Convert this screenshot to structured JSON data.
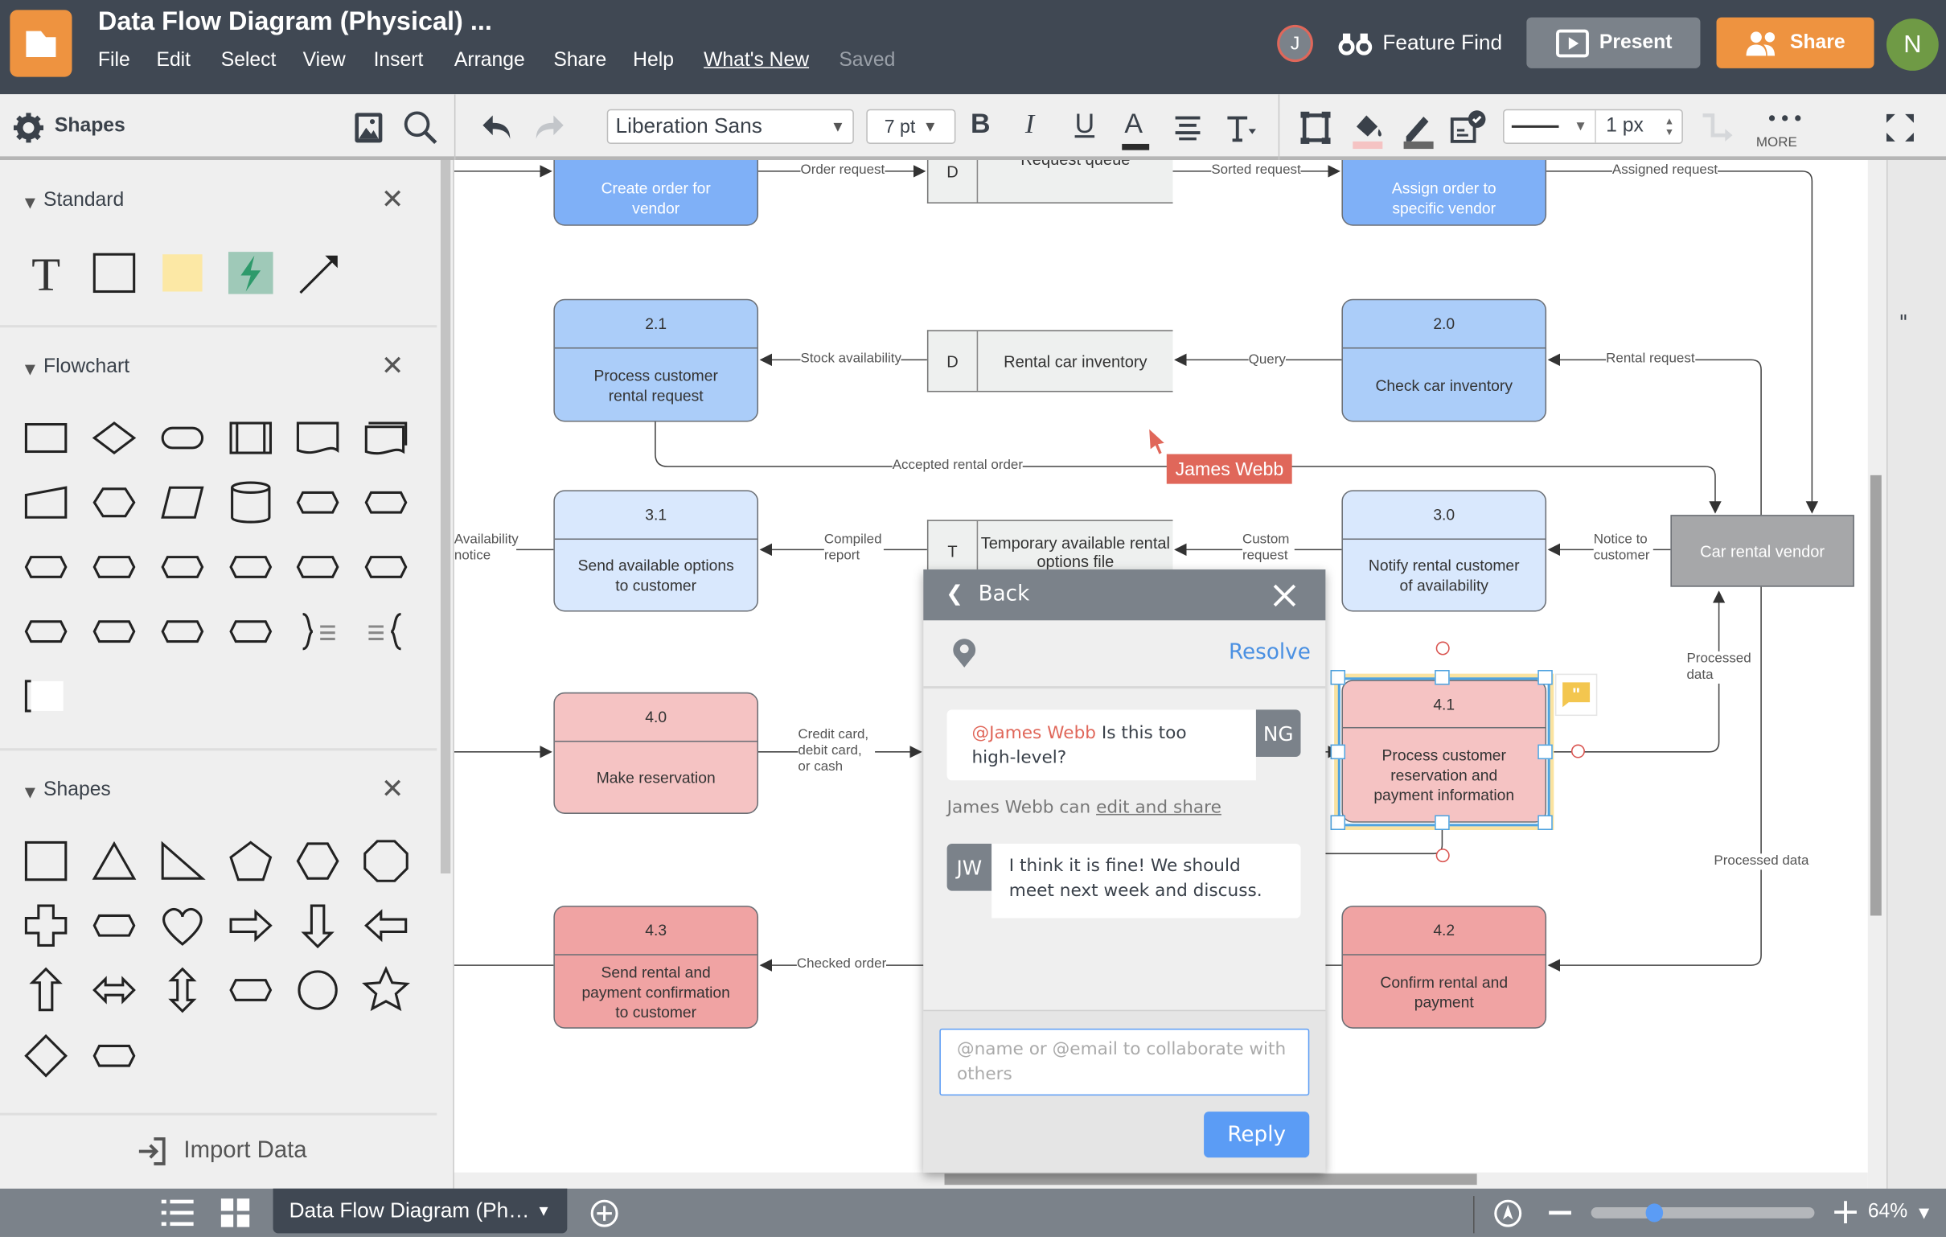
{
  "app": {
    "title": "Data Flow Diagram (Physical) ...",
    "menu": [
      "File",
      "Edit",
      "Select",
      "View",
      "Insert",
      "Arrange",
      "Share",
      "Help",
      "What's New"
    ],
    "saved": "Saved",
    "collaborator_initial": "J",
    "feature_find": "Feature Find",
    "present": "Present",
    "share": "Share",
    "user_initial": "N",
    "colors": {
      "topbar": "#404853",
      "accent": "#ee9340",
      "present": "#7b828a",
      "user": "#6f9a45",
      "link": "#4a90e2"
    }
  },
  "toolbar": {
    "panel_title": "Shapes",
    "font": "Liberation Sans",
    "font_size": "7 pt",
    "bold": "B",
    "italic": "I",
    "underline": "U",
    "text_color": "A",
    "line_width": "1 px",
    "more": "MORE"
  },
  "left_panel": {
    "sections": [
      {
        "title": "Standard",
        "shapes": [
          "text",
          "rectangle",
          "note",
          "action",
          "arrow"
        ]
      },
      {
        "title": "Flowchart",
        "shapes": [
          "process",
          "decision",
          "terminator",
          "predefined-process",
          "document",
          "multiple-documents",
          "manual-input",
          "preparation",
          "data",
          "database",
          "direct-access-storage",
          "internal-storage",
          "paper-tape",
          "manual-operation",
          "delay",
          "stored-data",
          "merge",
          "connector",
          "summing-junction",
          "or",
          "display",
          "off-page-link",
          "brace-right",
          "brace-left",
          "annotation"
        ]
      },
      {
        "title": "Shapes",
        "shapes": [
          "rectangle",
          "triangle",
          "right-triangle",
          "pentagon",
          "hexagon",
          "octagon",
          "cross",
          "cloud",
          "heart",
          "arrow-right",
          "arrow-down",
          "arrow-left",
          "arrow-up",
          "arrow-double-horizontal",
          "arrow-double-vertical",
          "callout",
          "circle",
          "star",
          "diamond",
          "pentagon-handles"
        ]
      }
    ],
    "import_data": "Import Data"
  },
  "diagram": {
    "nodes": [
      {
        "id": "1.x",
        "text": "Create order for vendor"
      },
      {
        "id": "1.y",
        "text": "Assign order to specific vendor"
      },
      {
        "id": "2.1",
        "text": "Process customer rental request"
      },
      {
        "id": "2.0",
        "text": "Check car inventory"
      },
      {
        "id": "3.1",
        "text": "Send available options to customer"
      },
      {
        "id": "3.0",
        "text": "Notify rental customer of availability"
      },
      {
        "id": "4.0",
        "text": "Make reservation"
      },
      {
        "id": "4.1",
        "text": "Process customer reservation and payment information"
      },
      {
        "id": "4.3",
        "text": "Send rental and payment confirmation to customer"
      },
      {
        "id": "4.2",
        "text": "Confirm rental and payment"
      }
    ],
    "stores": [
      {
        "key": "D",
        "text": "Request queue"
      },
      {
        "key": "D",
        "text": "Rental car inventory"
      },
      {
        "key": "T",
        "text": "Temporary available rental options file"
      }
    ],
    "entity": "Car rental vendor",
    "edge_labels": [
      "Order request",
      "Sorted request",
      "Assigned request",
      "Stock availability",
      "Query",
      "Rental request",
      "Accepted rental order",
      "Availability notice",
      "Compiled report",
      "Custom request",
      "Notice to customer",
      "Credit card, debit card, or cash",
      "Processed data",
      "Processed data",
      "Checked order"
    ],
    "cursor_user": "James Webb",
    "colors": {
      "blue_dark": "#7fb0f7",
      "blue": "#abcdf9",
      "blue_light": "#d9e8fd",
      "pink": "#f5c3c3",
      "red": "#f0a3a3",
      "entity": "#a6a7a9",
      "cursor": "#e0675a"
    }
  },
  "comment_panel": {
    "back": "Back",
    "resolve": "Resolve",
    "comments": [
      {
        "initials": "NG",
        "mention": "@James Webb",
        "text": " Is this too high-level?"
      },
      {
        "initials": "JW",
        "text": "I think it is fine! We should meet next week and discuss."
      }
    ],
    "permission_text": "James Webb can ",
    "permission_link": "edit and share",
    "input_placeholder": "@name or @email to collaborate with others",
    "reply": "Reply"
  },
  "bottom_bar": {
    "page_tab": "Data Flow Diagram (Ph…",
    "zoom": "64%",
    "zoom_level_percent": 64
  }
}
